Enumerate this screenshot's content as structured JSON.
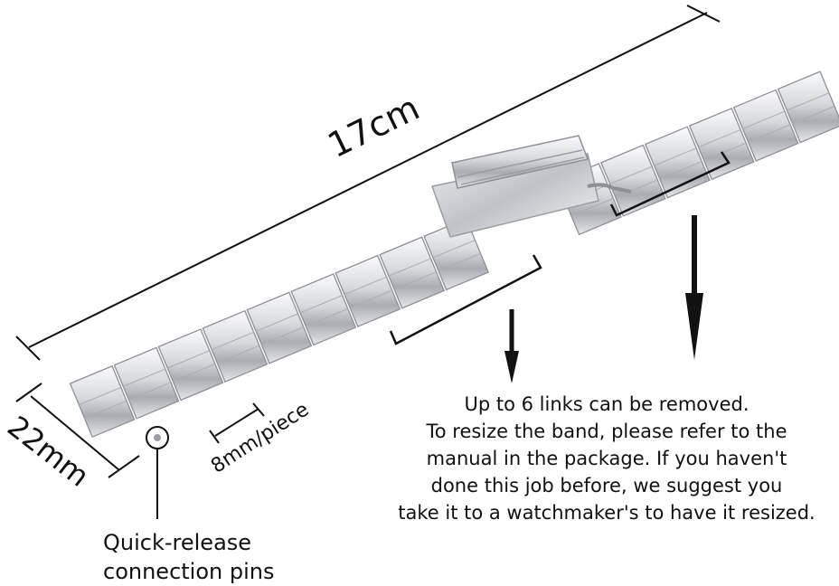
{
  "dimensions": {
    "length": "17cm",
    "width": "22mm",
    "link_size": "8mm/piece"
  },
  "note_lines": [
    "Up to 6 links can be removed.",
    "To resize the band, please refer to the",
    "manual in the package. If you haven't",
    "done this job before, we suggest you",
    "take it to a watchmaker's to have it resized."
  ],
  "pins_label_lines": [
    "Quick-release",
    "connection pins"
  ],
  "colors": {
    "metal_light": "#f2f3f5",
    "metal_mid": "#c9ccd1",
    "metal_dark": "#8d9096",
    "annotation": "#111111"
  },
  "icons": {
    "arrow_left": "down-arrow-icon",
    "arrow_right": "down-arrow-icon",
    "pin_marker": "circle-marker-icon"
  }
}
